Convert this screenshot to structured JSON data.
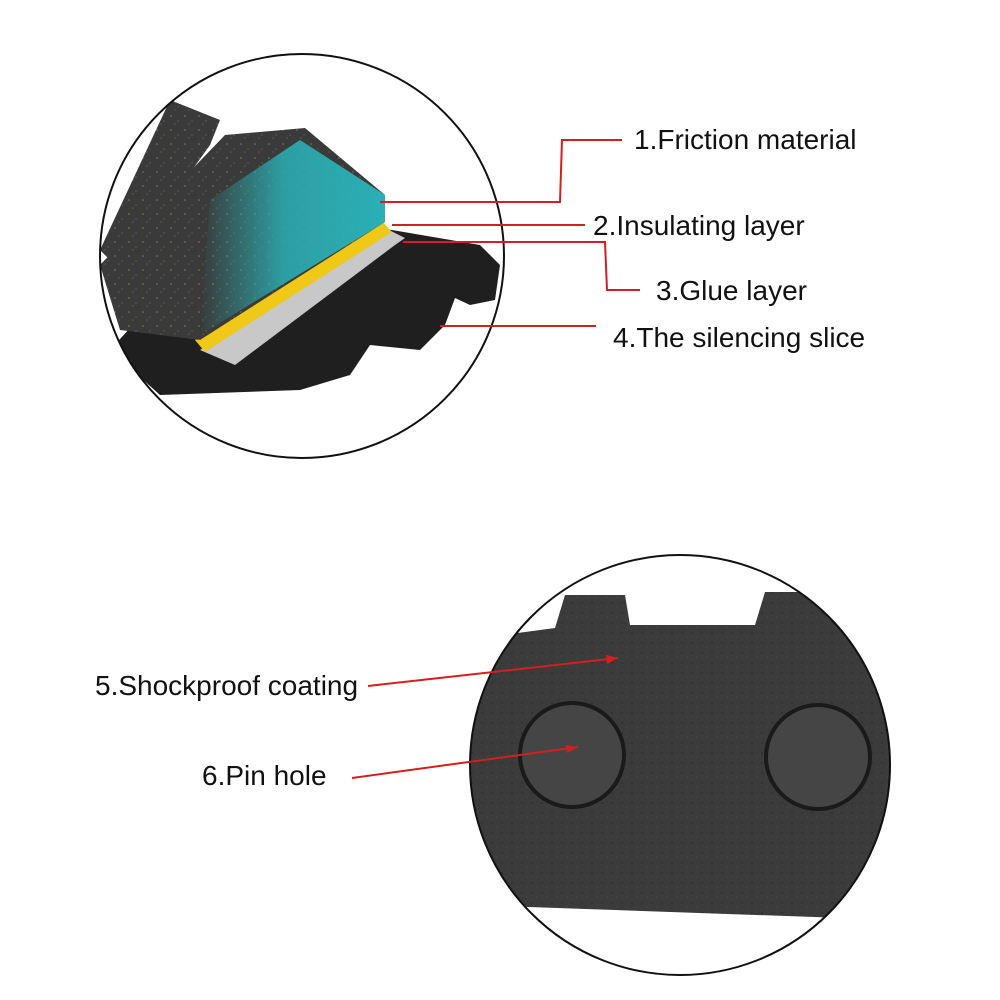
{
  "labels": {
    "friction_material": "1.Friction material",
    "insulating_layer": "2.Insulating layer",
    "glue_layer": "3.Glue layer",
    "silencing_slice": "4.The silencing slice",
    "shockproof_coating": "5.Shockproof coating",
    "pin_hole": "6.Pin hole"
  },
  "colors": {
    "leader_line": "#d21f1f",
    "friction_layer": "#2ab0b5",
    "insulating_layer": "#f0c818",
    "glue_layer": "#c8c8c8",
    "pad_body": "#2e2e2e",
    "circle_border": "#111111"
  }
}
